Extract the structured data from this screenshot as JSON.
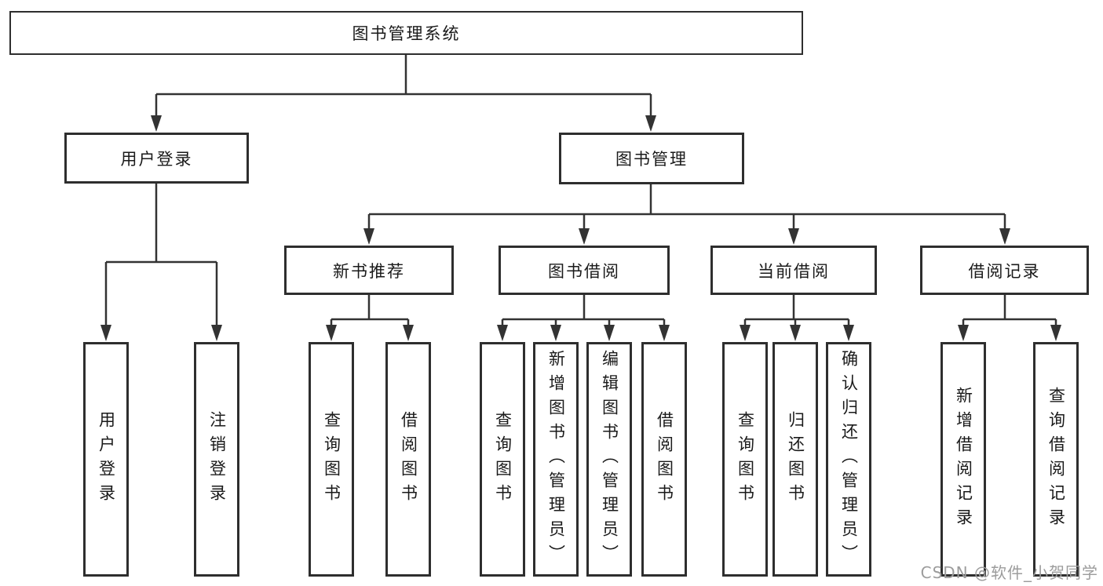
{
  "diagram": {
    "title": "图书管理系统",
    "level2": {
      "login": "用户登录",
      "management": "图书管理"
    },
    "level3": {
      "new_books": "新书推荐",
      "borrowing": "图书借阅",
      "current": "当前借阅",
      "records": "借阅记录"
    },
    "leaves": {
      "login": [
        "用户登录",
        "注销登录"
      ],
      "new_books": [
        "查询图书",
        "借阅图书"
      ],
      "borrowing": [
        "查询图书",
        "新增图书（管理员）",
        "编辑图书（管理员）",
        "借阅图书"
      ],
      "current": [
        "查询图书",
        "归还图书",
        "确认归还（管理员）"
      ],
      "records": [
        "新增借阅记录",
        "查询借阅记录"
      ]
    },
    "colors": {
      "line": "#333333",
      "box_border": "#2e2e2e",
      "text": "#1a1a1a",
      "background": "#ffffff",
      "watermark": "#9c9c9c"
    }
  },
  "watermark": {
    "text": "CSDN @软件_小贺同学"
  }
}
